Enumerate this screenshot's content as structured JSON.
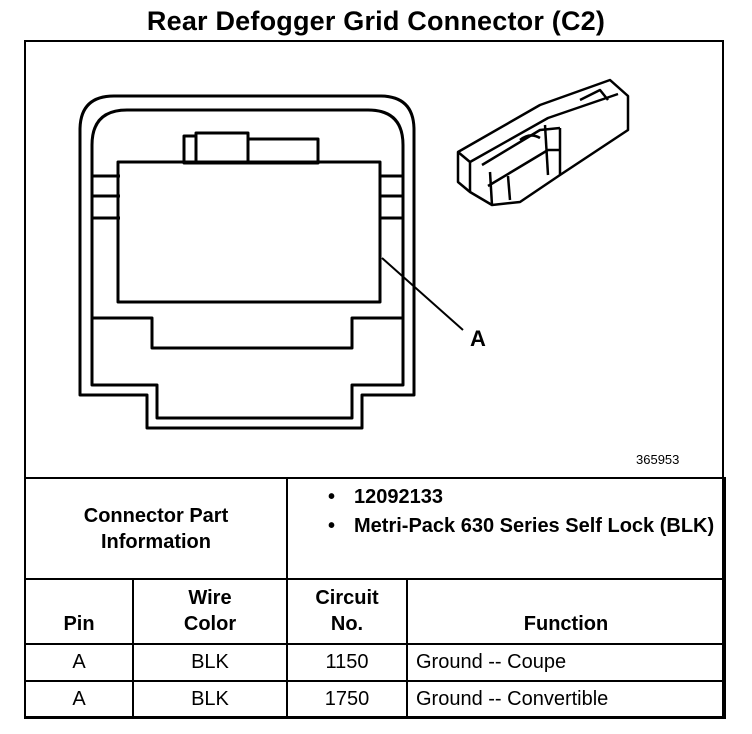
{
  "title": "Rear Defogger Grid Connector (C2)",
  "figure": {
    "callout_label": "A",
    "figure_number": "365953"
  },
  "part_info": {
    "label_line1": "Connector Part",
    "label_line2": "Information",
    "items": [
      {
        "bullet": "•",
        "text": "12092133"
      },
      {
        "bullet": "•",
        "text": "Metri-Pack 630 Series Self Lock (BLK)"
      }
    ]
  },
  "table": {
    "headers": {
      "pin": "Pin",
      "wire_line1": "Wire",
      "wire_line2": "Color",
      "circuit_line1": "Circuit",
      "circuit_line2": "No.",
      "function": "Function"
    },
    "rows": [
      {
        "pin": "A",
        "wire": "BLK",
        "circuit": "1150",
        "function": "Ground -- Coupe"
      },
      {
        "pin": "A",
        "wire": "BLK",
        "circuit": "1750",
        "function": "Ground -- Convertible"
      }
    ]
  }
}
